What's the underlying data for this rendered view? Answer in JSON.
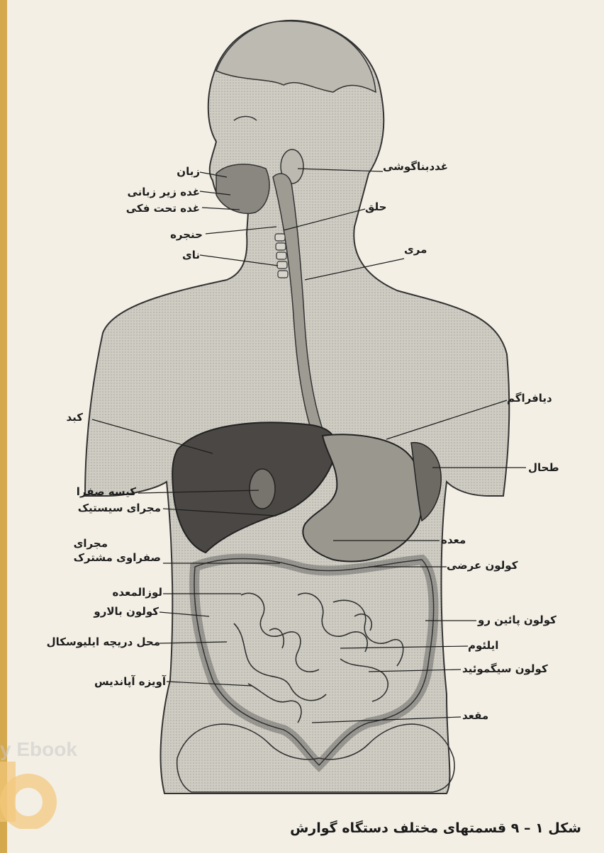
{
  "labels": {
    "parotid": "غددبناگوشی",
    "tongue": "زبان",
    "sublingual": "غده زیر زبانی",
    "submandibular": "غده تحت فکی",
    "pharynx": "حلق",
    "larynx": "حنجره",
    "trachea": "نای",
    "esophagus": "مری",
    "diaphragm": "دیافراگم",
    "liver": "کبد",
    "spleen": "طحال",
    "gallbladder": "کیسه صفرا",
    "cystic_duct": "مجرای سیستیک",
    "stomach": "معده",
    "common_bile_duct_1": "مجرای",
    "common_bile_duct_2": "صفراوی مشترک",
    "transverse_colon": "کولون عرضی",
    "pancreas": "لوزالمعده",
    "ascending_colon": "کولون بالارو",
    "descending_colon": "کولون پائین رو",
    "ileocecal": "محل دریچه ایلیوسکال",
    "ileum": "ایلئوم",
    "sigmoid": "کولون سیگموئید",
    "appendix": "آویزه آپاندیس",
    "rectum": "مقعد"
  },
  "caption": "شکل ۱ – ۹ قسمتهای مختلف دستگاه گوارش",
  "watermark": "y Ebook",
  "colors": {
    "background": "#d4a94e",
    "paper": "#f3efe5",
    "ink": "#1e1e1e",
    "body_fill": "#c9c6bd",
    "liver_fill": "#4a4744",
    "logo": "#f2c77a"
  }
}
